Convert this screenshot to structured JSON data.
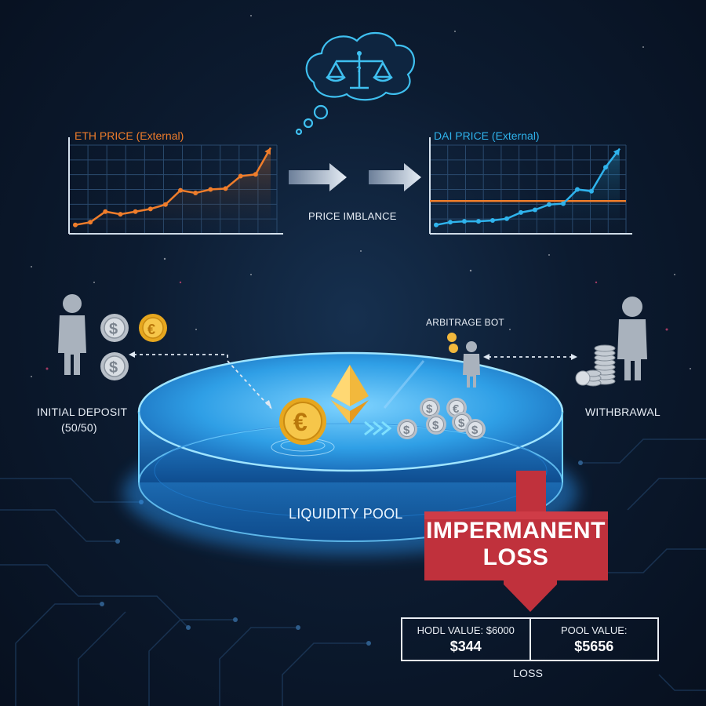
{
  "colors": {
    "eth": "#ef7d2b",
    "dai": "#2fb3ec",
    "pool": "#3fb2ff",
    "loss": "#c0313c"
  },
  "icons": [
    "balance-scale-icon",
    "dollar-coin-icon",
    "euro-coin-icon",
    "ethereum-icon",
    "person-icon",
    "coin-stack-icon",
    "arrow-right-icon",
    "arrow-down-icon"
  ],
  "charts": [
    {
      "title": "ETH PRICE (External)",
      "color": "#ef7d2b",
      "values": [
        1.0,
        1.3,
        2.5,
        2.2,
        2.5,
        2.8,
        3.3,
        4.9,
        4.6,
        5.0,
        5.1,
        6.5,
        6.7,
        9.7
      ]
    },
    {
      "title": "DAI PRICE (External)",
      "color": "#2fb3ec",
      "values": [
        1.0,
        1.3,
        1.4,
        1.4,
        1.5,
        1.7,
        2.4,
        2.7,
        3.3,
        3.4,
        5.0,
        4.8,
        7.5,
        9.6
      ],
      "reference": 3.7
    }
  ],
  "labels": {
    "price_imbalance": "PRICE IMBLANCE",
    "arbitrage_bot": "ARBITRAGE BOT",
    "initial_deposit": "INITIAL DEPOSIT",
    "initial_ratio": "(50/50)",
    "withdrawal": "WITHBRAWAL",
    "liquidity_pool": "LIQUIDITY POOL",
    "impermanent": "IMPERMANENT",
    "loss_word": "LOSS"
  },
  "loss_table": {
    "hodl_label": "HODL VALUE: $6000",
    "hodl_value": "$344",
    "pool_label": "POOL VALUE:",
    "pool_value": "$5656",
    "caption": "LOSS"
  }
}
